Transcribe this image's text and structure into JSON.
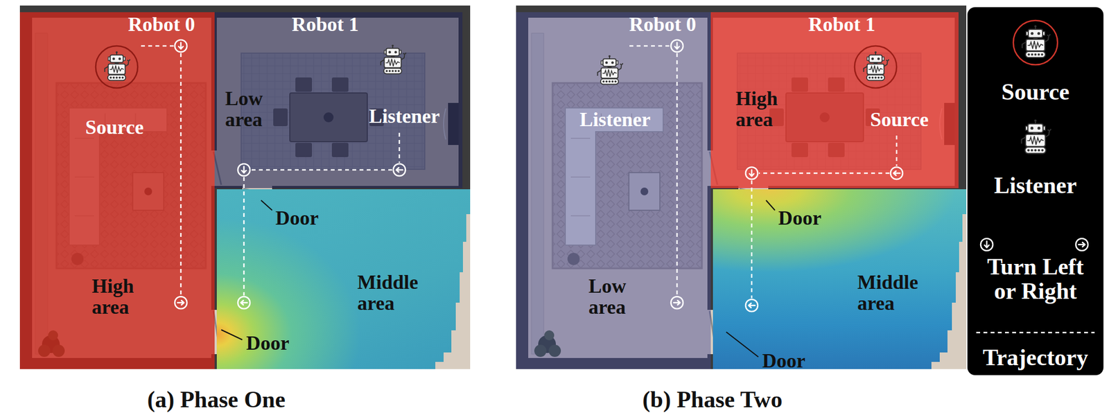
{
  "diagram": {
    "nodes": [
      {
        "text": [
          "(a) Phase One"
        ]
      },
      {
        "text": [
          "High area"
        ],
        "in": 0
      },
      {
        "text": [
          "Source"
        ],
        "in": 1
      },
      {
        "text": [
          "Low area"
        ],
        "in": 0
      },
      {
        "text": [
          "Listener"
        ],
        "in": 3
      },
      {
        "text": [
          "Middle area"
        ],
        "in": 0
      },
      {
        "text": [
          "(b) Phase Two"
        ]
      },
      {
        "text": [
          "Low area"
        ],
        "in": 6
      },
      {
        "text": [
          "Listener"
        ],
        "in": 7
      },
      {
        "text": [
          "High area"
        ],
        "in": 6
      },
      {
        "text": [
          "Source"
        ],
        "in": 9
      },
      {
        "text": [
          "Middle area"
        ],
        "in": 6
      }
    ],
    "labels": [
      "Robot 0",
      "Robot 1",
      "Door",
      "Door",
      "Robot 0",
      "Robot 1",
      "Door",
      "Door"
    ],
    "legend": [
      {
        "text": "Source"
      },
      {
        "text": "Listener"
      },
      {
        "text": "Turn Left or Right"
      },
      {
        "text": "Trajectory"
      }
    ]
  }
}
